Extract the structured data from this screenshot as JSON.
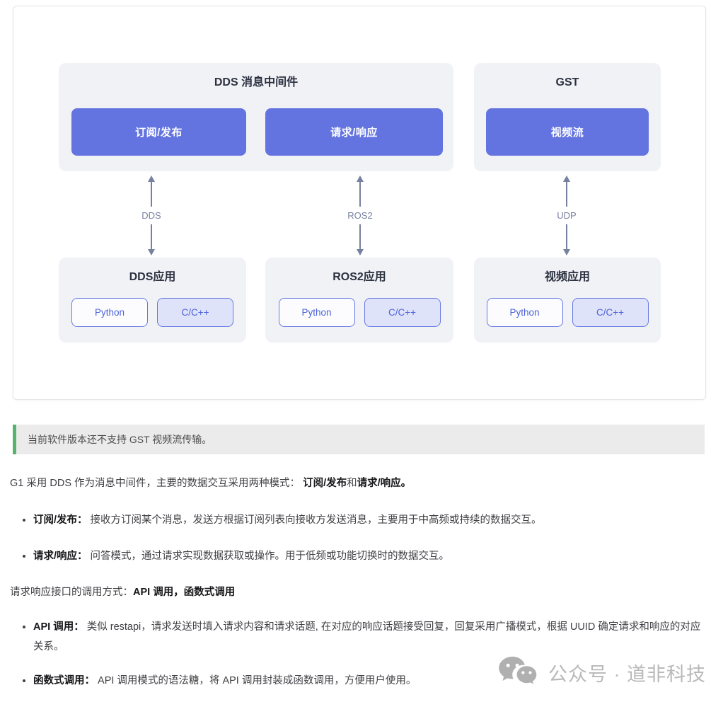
{
  "diagram": {
    "middleware_groups": [
      {
        "title": "DDS 消息中间件",
        "buttons": [
          {
            "label": "订阅/发布"
          },
          {
            "label": "请求/响应"
          }
        ]
      },
      {
        "title": "GST",
        "buttons": [
          {
            "label": "视频流"
          }
        ]
      }
    ],
    "arrows": [
      {
        "label": "DDS"
      },
      {
        "label": "ROS2"
      },
      {
        "label": "UDP"
      }
    ],
    "app_groups": [
      {
        "title": "DDS应用",
        "tags": [
          {
            "label": "Python"
          },
          {
            "label": "C/C++"
          }
        ]
      },
      {
        "title": "ROS2应用",
        "tags": [
          {
            "label": "Python"
          },
          {
            "label": "C/C++"
          }
        ]
      },
      {
        "title": "视频应用",
        "tags": [
          {
            "label": "Python"
          },
          {
            "label": "C/C++"
          }
        ]
      }
    ]
  },
  "note": {
    "text": "当前软件版本还不支持 GST 视频流传输。"
  },
  "content": {
    "p1": {
      "prefix": "G1 采用 DDS 作为消息中间件，主要的数据交互采用两种模式： ",
      "bold1": "订阅/发布",
      "mid": "和",
      "bold2": "请求/响应。"
    },
    "list1": [
      {
        "term": "订阅/发布：",
        "desc": " 接收方订阅某个消息，发送方根据订阅列表向接收方发送消息，主要用于中高频或持续的数据交互。"
      },
      {
        "term": "请求/响应：",
        "desc": " 问答模式，通过请求实现数据获取或操作。用于低频或功能切换时的数据交互。"
      }
    ],
    "p2": {
      "prefix": "请求响应接口的调用方式：",
      "bold": "API 调用，函数式调用"
    },
    "list2": [
      {
        "term": "API 调用：",
        "desc": " 类似 restapi，请求发送时填入请求内容和请求话题, 在对应的响应话题接受回复，回复采用广播模式，根据 UUID 确定请求和响应的对应关系。"
      },
      {
        "term": "函数式调用：",
        "desc": " API 调用模式的语法糖，将 API 调用封装成函数调用，方便用户使用。"
      }
    ]
  },
  "watermark": {
    "text": "公众号 · 道非科技"
  },
  "colors": {
    "accent_purple": "#6374e0",
    "group_bg": "#f1f2f6",
    "tag_border": "#6779e3",
    "tag_text": "#4d62d9",
    "cpp_tag_bg": "#dfe3f9",
    "arrow": "#76819e",
    "note_border_green": "#56b46c",
    "note_bg": "#ebebeb"
  }
}
